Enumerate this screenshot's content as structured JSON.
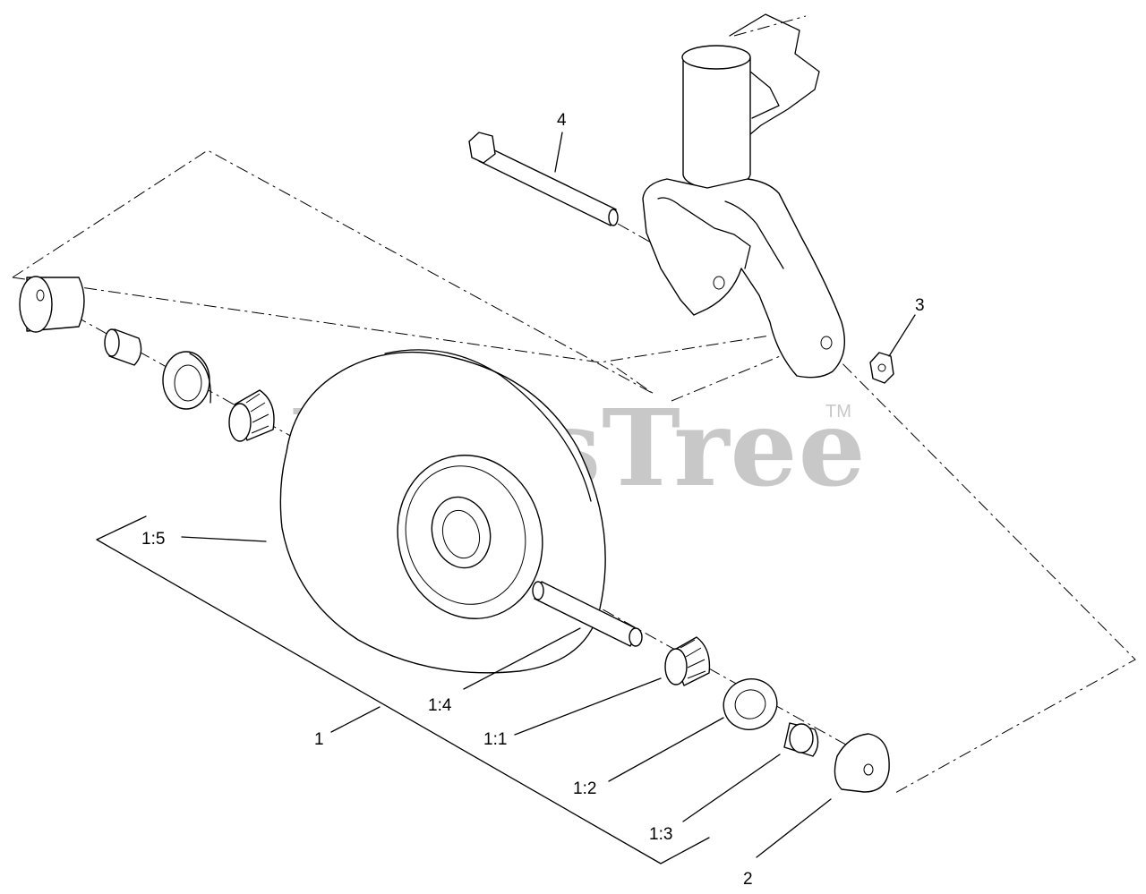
{
  "watermark": {
    "text": "PartsTree",
    "tm": "TM"
  },
  "callouts": {
    "c1": "1",
    "c1_1": "1:1",
    "c1_2": "1:2",
    "c1_3": "1:3",
    "c1_4": "1:4",
    "c1_5": "1:5",
    "c2": "2",
    "c3": "3",
    "c4": "4"
  }
}
